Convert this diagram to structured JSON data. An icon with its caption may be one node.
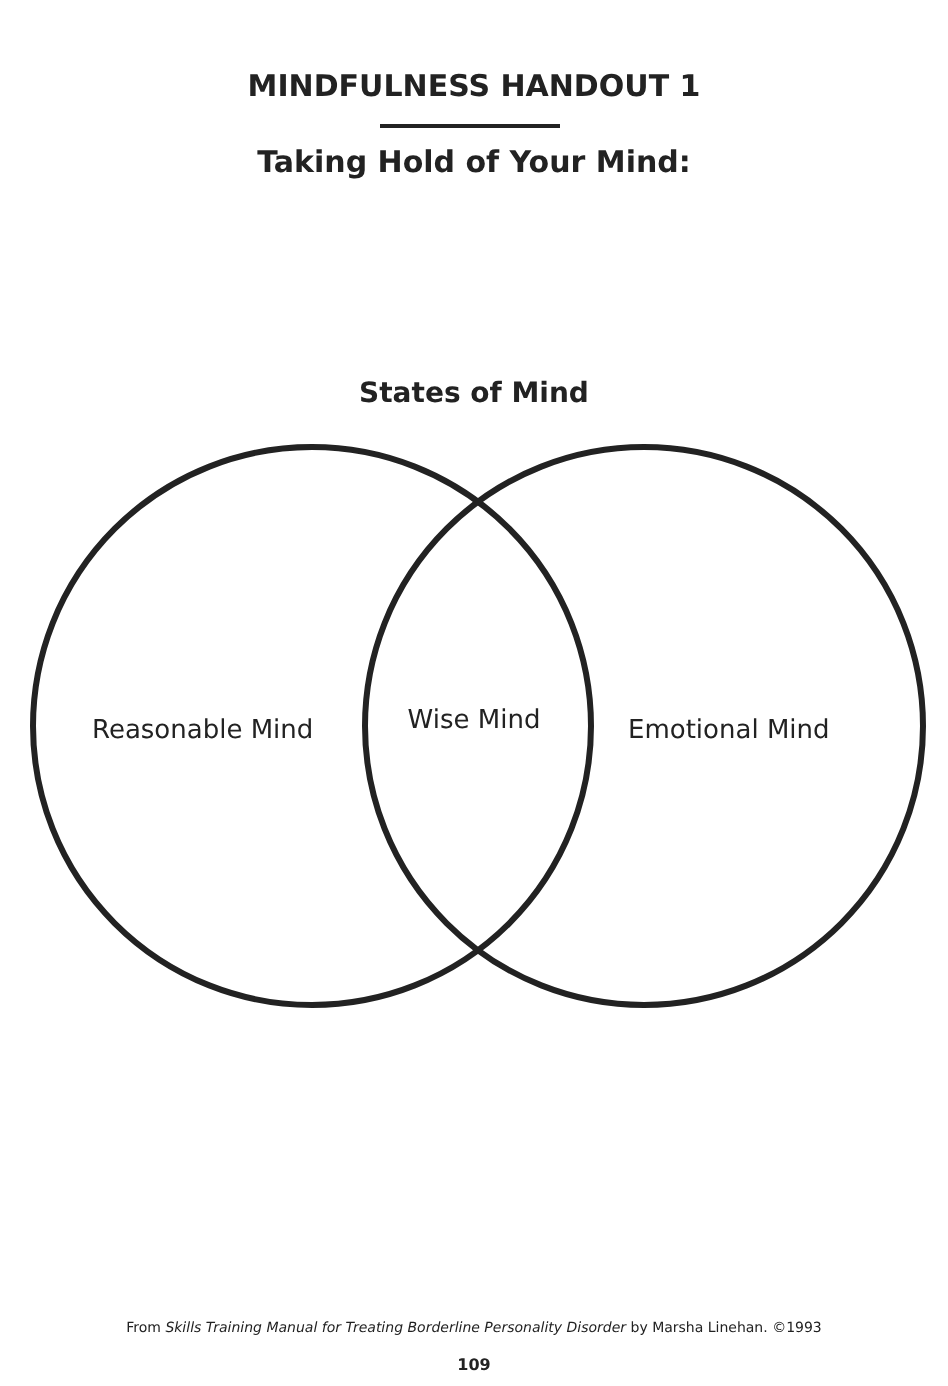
{
  "diagram": {
    "title": "MINDFULNESS HANDOUT 1",
    "caption": "From *Skills Training Manual for Treating Borderline Personality Disorder* by Marsha Linehan. ©1993",
    "nodes": [
      {
        "text": [
          "Reasonable Mind"
        ]
      },
      {
        "text": [
          "Wise Mind"
        ]
      },
      {
        "text": [
          "Emotional Mind"
        ]
      }
    ],
    "labels": [
      "Taking Hold of Your Mind:",
      "States of Mind",
      "109"
    ]
  }
}
